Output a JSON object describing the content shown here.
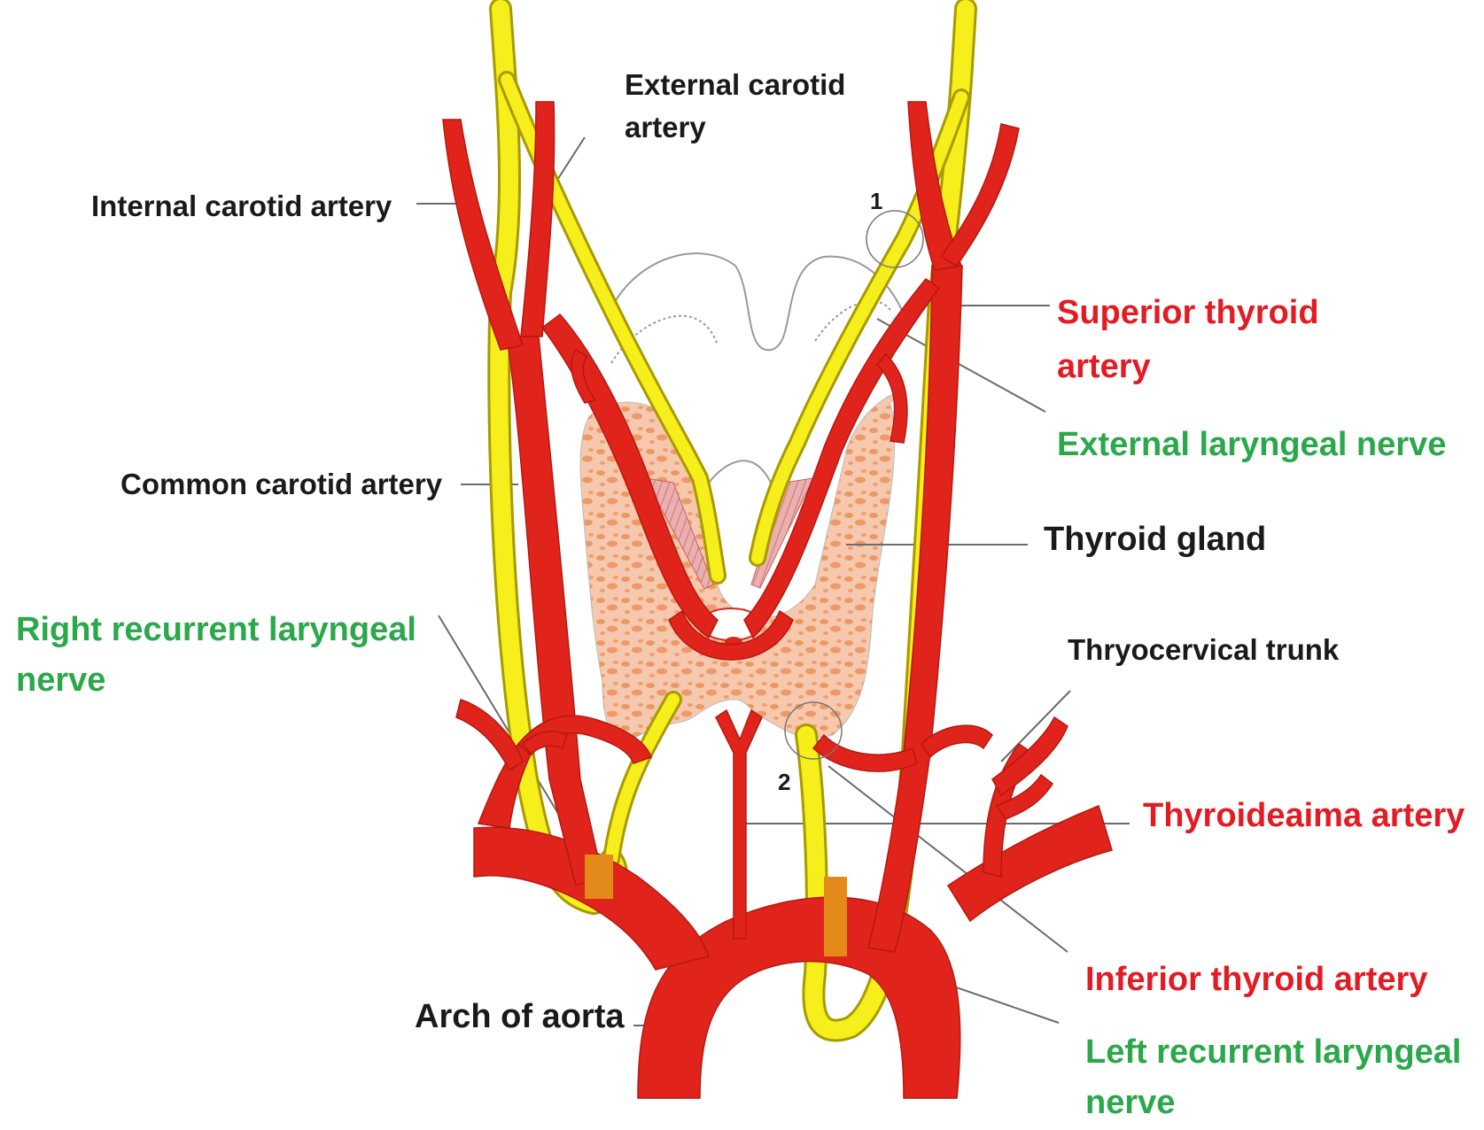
{
  "labels": {
    "external_carotid": "External carotid artery",
    "internal_carotid": "Internal  carotid artery",
    "superior_thyroid": "Superior thyroid artery",
    "external_laryngeal": "External laryngeal nerve",
    "common_carotid": "Common carotid artery",
    "thyroid_gland": "Thyroid gland",
    "right_recurrent": "Right  recurrent laryngeal nerve",
    "thyrocervical": "Thryocervical trunk",
    "thyroideaima": "Thyroideaima artery",
    "inferior_thyroid": "Inferior  thyroid artery",
    "arch_of_aorta": "Arch of aorta",
    "left_recurrent": "Left  recurrent laryngeal nerve"
  },
  "markers": {
    "one": "1",
    "two": "2"
  },
  "colors": {
    "artery": "#e1241b",
    "artery_dark": "#c41a12",
    "nerve": "#f7ef1c",
    "nerve_edge": "#b8a800",
    "gland": "#f6c3a4",
    "gland_spots": "#ec8f5c",
    "muscle": "#e8a0a2",
    "leader": "#6b6b6b",
    "red_label": "#e31b23",
    "green_label": "#2aa84a"
  }
}
